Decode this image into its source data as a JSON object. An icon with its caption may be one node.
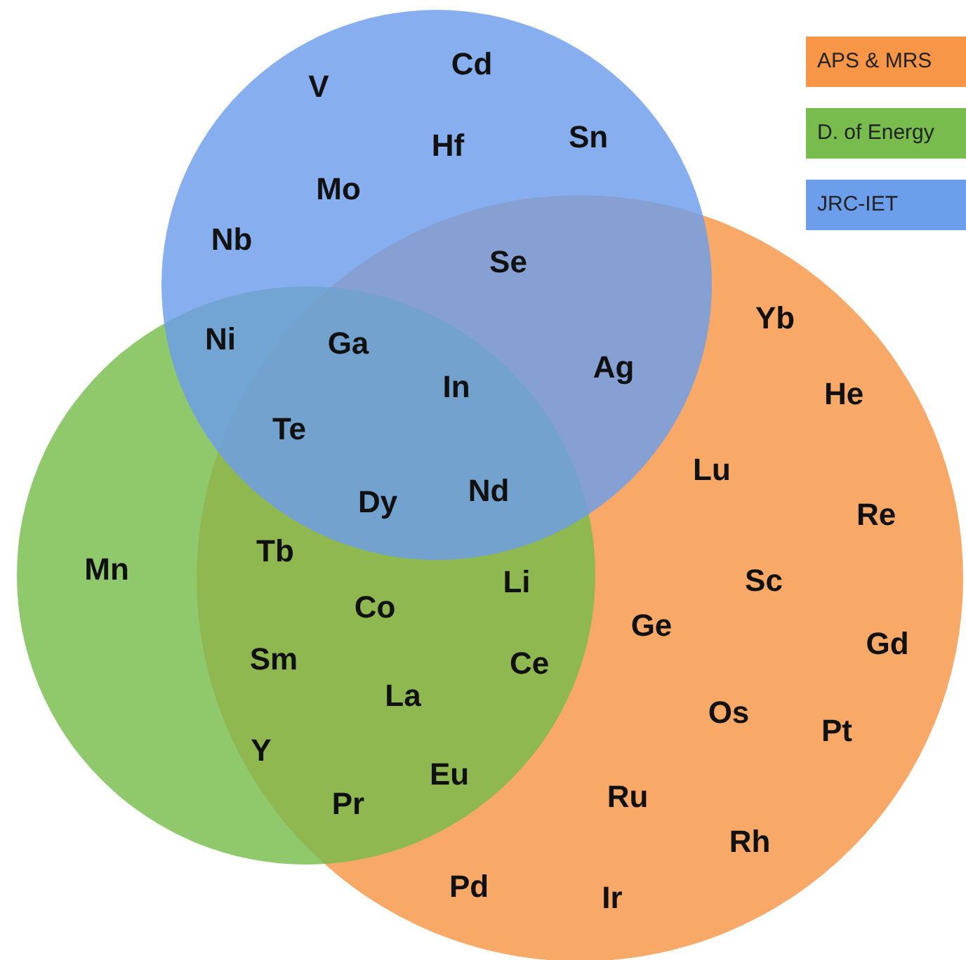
{
  "diagram": {
    "labels": [
      "Cd",
      "V",
      "Sn",
      "Hf",
      "Mo",
      "Nb",
      "Se",
      "Yb",
      "Ni",
      "Ga",
      "Ag",
      "In",
      "He",
      "Te",
      "Lu",
      "Nd",
      "Dy",
      "Re",
      "Tb",
      "Mn",
      "Sc",
      "Li",
      "Co",
      "Ge",
      "Gd",
      "Sm",
      "Ce",
      "La",
      "Os",
      "Pt",
      "Y",
      "Eu",
      "Ru",
      "Pr",
      "Rh",
      "Pd",
      "Ir"
    ],
    "legend": [
      {
        "text": "APS & MRS",
        "color": "#f79646"
      },
      {
        "text": "D. of Energy",
        "color": "#77bc4c"
      },
      {
        "text": "JRC-IET",
        "color": "#6d9eeb"
      }
    ]
  }
}
